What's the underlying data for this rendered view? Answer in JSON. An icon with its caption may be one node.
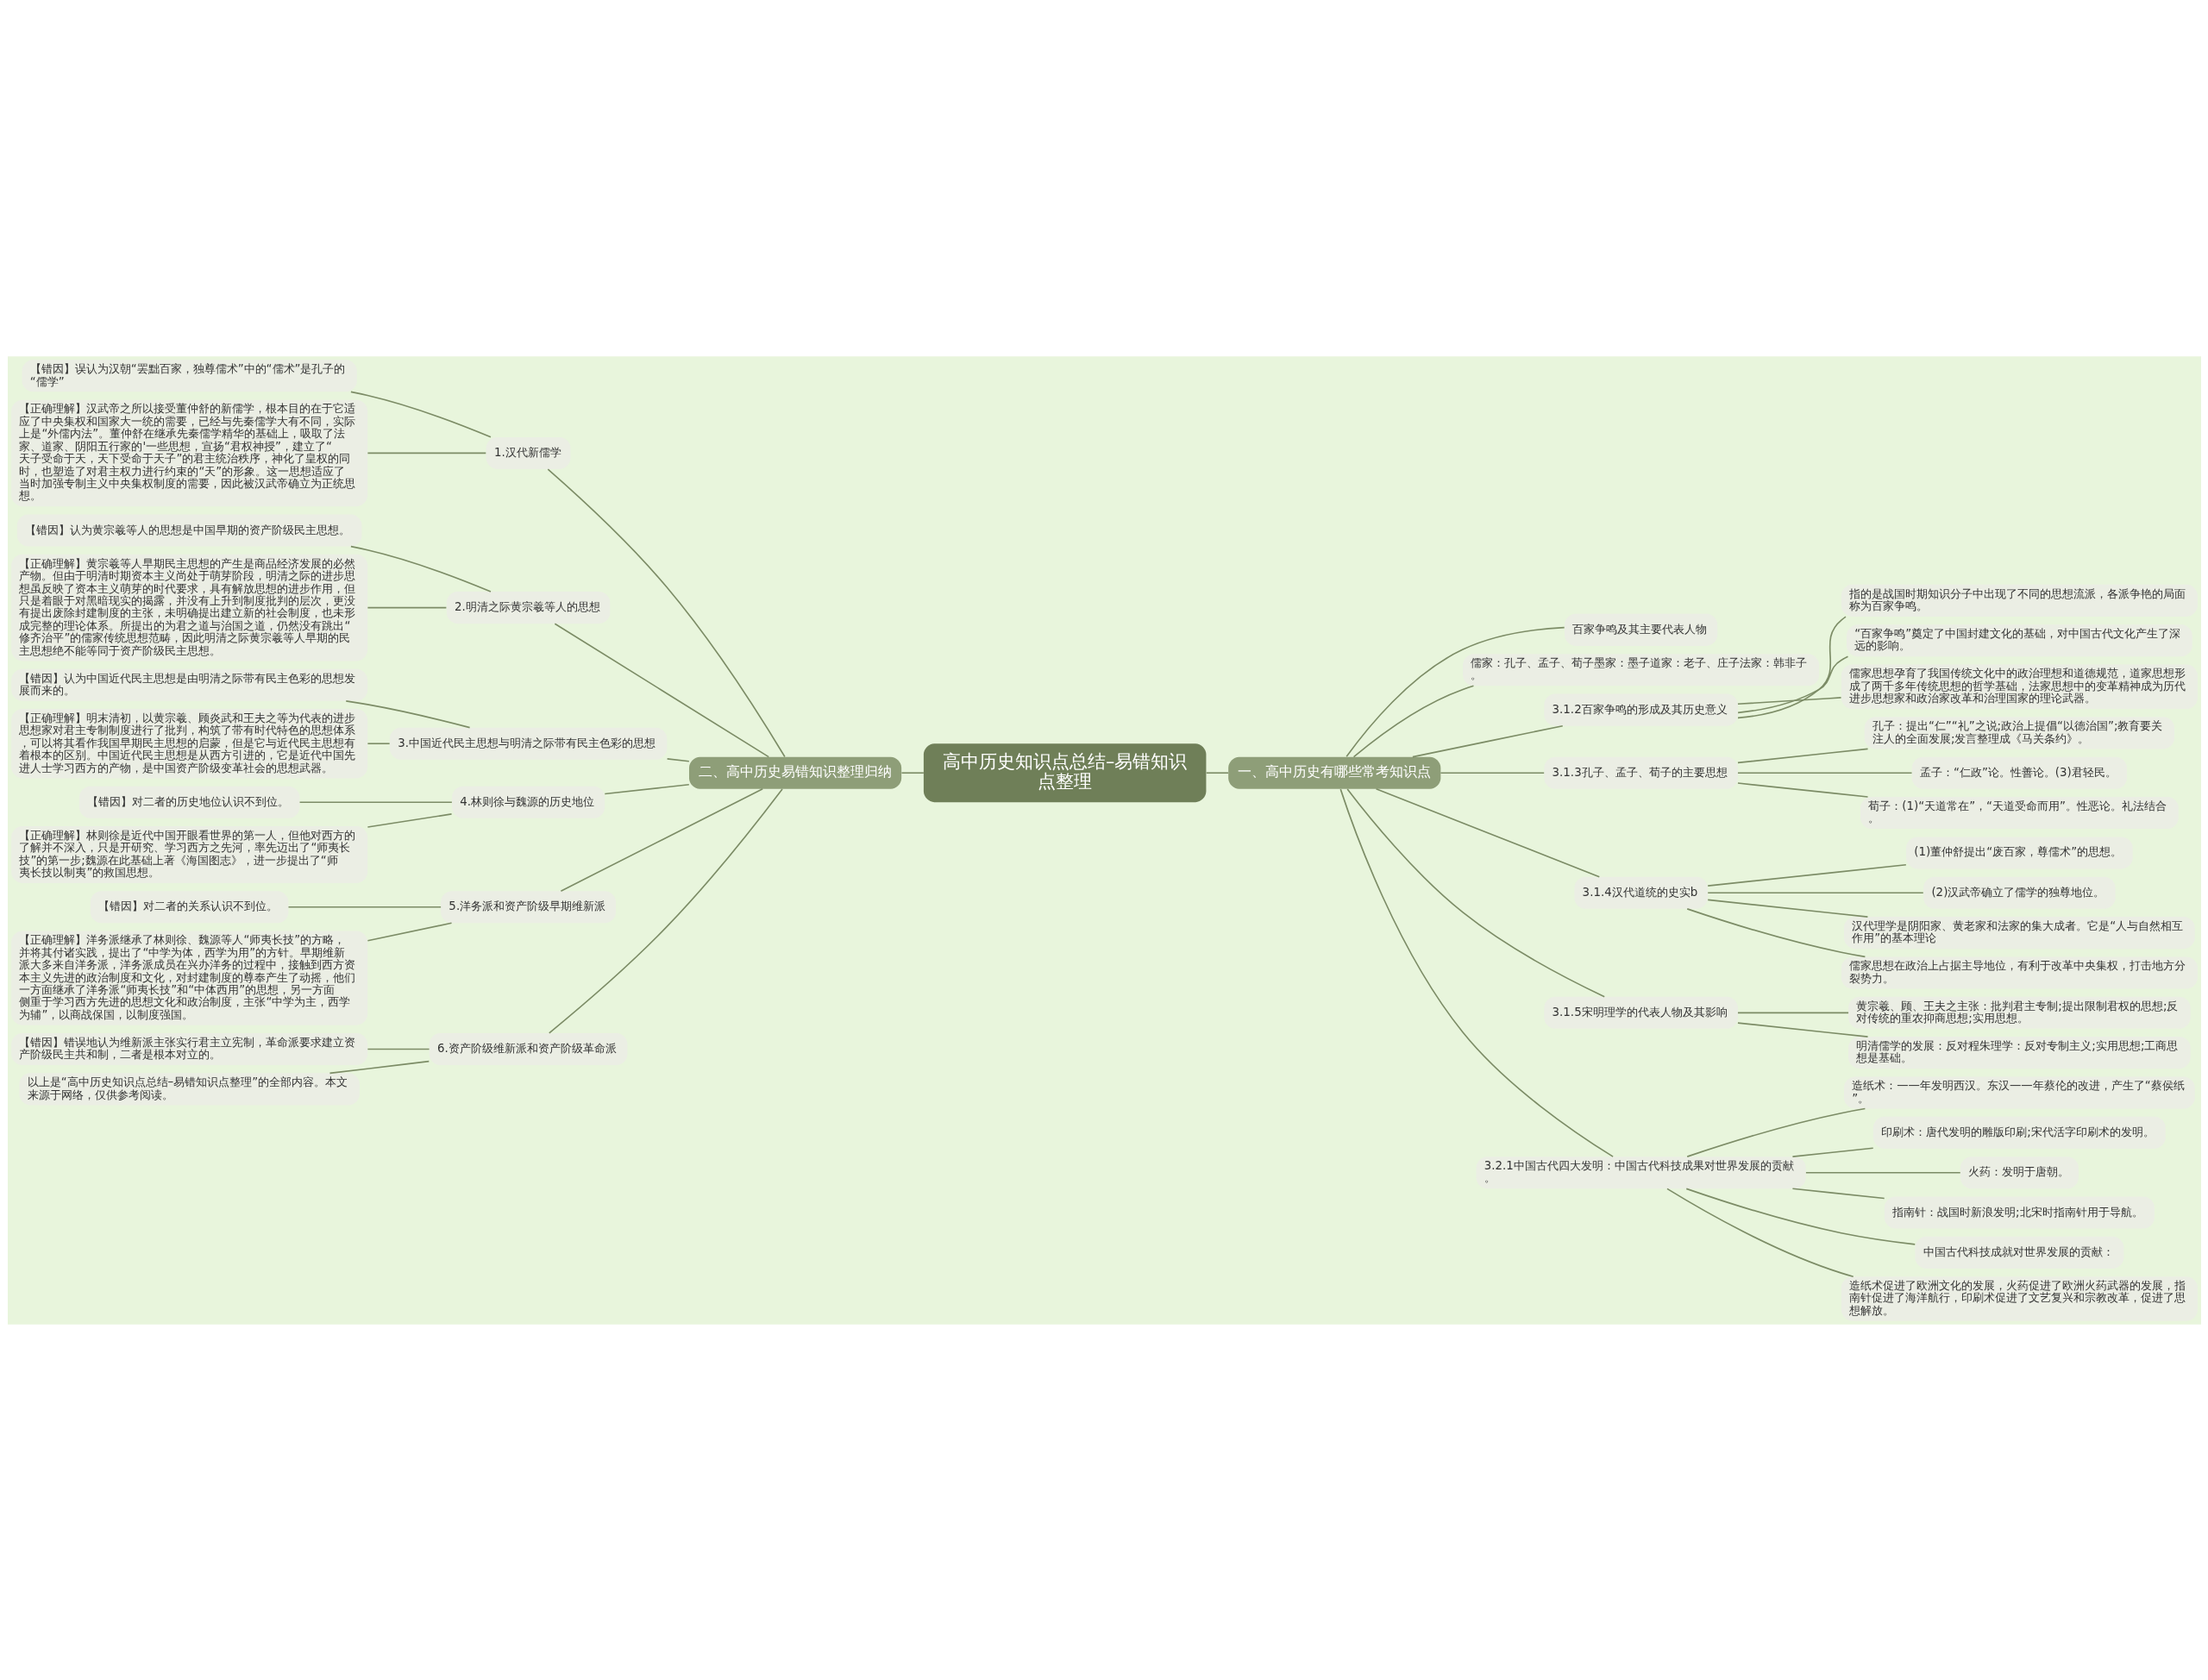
{
  "diagram": {
    "nodes": [
      {
        "text": [
          "高中历史知识点总结–易错知识点整理"
        ]
      },
      {
        "text": [
          "二、高中历史易错知识整理归纳"
        ]
      },
      {
        "text": [
          "一、高中历史有哪些常考知识点"
        ]
      },
      {
        "text": [
          "1.汉代新儒学"
        ]
      },
      {
        "text": [
          "【错因】误认为汉朝“罢黜百家，独尊儒术”中的“儒术”是孔子的“儒学”"
        ]
      },
      {
        "text": [
          "【正确理解】汉武帝之所以接受董仲舒的新儒学，根本目的在于它适应了中央集权和国家大一统的需要，已经与先秦儒学大有不同，实际上是“外儒内法”。董仲舒在继承先秦儒学精华的基础上，吸取了法家、道家、阴阳五行家的'一些思想，宣扬“君权神授”，建立了“天子受命于天，天下受命于天子”的君主统治秩序，神化了皇权的同时，也塑造了对君主权力进行约束的“天”的形象。这一思想适应了当时加强专制主义中央集权制度的需要，因此被汉武帝确立为正统思想。"
        ]
      },
      {
        "text": [
          "2.明清之际黄宗羲等人的思想"
        ]
      },
      {
        "text": [
          "【错因】认为黄宗羲等人的思想是中国早期的资产阶级民主思想。"
        ]
      },
      {
        "text": [
          "【正确理解】黄宗羲等人早期民主思想的产生是商品经济发展的必然产物。但由于明清时期资本主义尚处于萌芽阶段，明清之际的进步思想虽反映了资本主义萌芽的时代要求，具有解放思想的进步作用，但只是着眼于对黑暗现实的揭露，并没有上升到制度批判的层次，更没有提出废除封建制度的主张，未明确提出建立新的社会制度，也未形成完整的理论体系。所提出的为君之道与治国之道，仍然没有跳出“修齐治平”的儒家传统思想范畴，因此明清之际黄宗羲等人早期的民主思想绝不能等同于资产阶级民主思想。"
        ]
      },
      {
        "text": [
          "3.中国近代民主思想与明清之际带有民主色彩的思想"
        ]
      },
      {
        "text": [
          "【错因】认为中国近代民主思想是由明清之际带有民主色彩的思想发展而来的。"
        ]
      },
      {
        "text": [
          "【正确理解】明末清初，以黄宗羲、顾炎武和王夫之等为代表的进步思想家对君主专制制度进行了批判，构筑了带有时代特色的思想体系，可以将其看作我国早期民主思想的启蒙，但是它与近代民主思想有着根本的区别。中国近代民主思想是从西方引进的，它是近代中国先进人士学习西方的产物，是中国资产阶级变革社会的思想武器。"
        ]
      },
      {
        "text": [
          "4.林则徐与魏源的历史地位"
        ]
      },
      {
        "text": [
          "【错因】对二者的历史地位认识不到位。"
        ]
      },
      {
        "text": [
          "【正确理解】林则徐是近代中国开眼看世界的第一人，但他对西方的了解并不深入，只是开研究、学习西方之先河，率先迈出了“师夷长技”的第一步;魏源在此基础上著《海国图志》，进一步提出了“师夷长技以制夷”的救国思想。"
        ]
      },
      {
        "text": [
          "5.洋务派和资产阶级早期维新派"
        ]
      },
      {
        "text": [
          "【错因】对二者的关系认识不到位。"
        ]
      },
      {
        "text": [
          "【正确理解】洋务派继承了林则徐、魏源等人“师夷长技”的方略，并将其付诸实践，提出了“中学为体，西学为用”的方针。早期维新派大多来自洋务派，洋务派成员在兴办洋务的过程中，接触到西方资本主义先进的政治制度和文化，对封建制度的尊奉产生了动摇，他们一方面继承了洋务派“师夷长技”和“中体西用”的思想，另一方面侧重于学习西方先进的思想文化和政治制度，主张“中学为主，西学为辅”，以商战保国，以制度强国。"
        ]
      },
      {
        "text": [
          "6.资产阶级维新派和资产阶级革命派"
        ]
      },
      {
        "text": [
          "【错因】错误地认为维新派主张实行君主立宪制，革命派要求建立资产阶级民主共和制，二者是根本对立的。"
        ]
      },
      {
        "text": [
          "以上是“高中历史知识点总结–易错知识点整理”的全部内容。本文来源于网络，仅供参考阅读。"
        ]
      },
      {
        "text": [
          "百家争鸣及其主要代表人物"
        ]
      },
      {
        "text": [
          "儒家：孔子、孟子、荀子墨家：墨子道家：老子、庄子法家：韩非子。"
        ]
      },
      {
        "text": [
          "3.1.2百家争鸣的形成及其历史意义"
        ]
      },
      {
        "text": [
          "指的是战国时期知识分子中出现了不同的思想流派，各派争艳的局面称为百家争鸣。"
        ]
      },
      {
        "text": [
          "“百家争鸣”奠定了中国封建文化的基础，对中国古代文化产生了深远的影响。"
        ]
      },
      {
        "text": [
          "儒家思想孕育了我国传统文化中的政治理想和道德规范，道家思想形成了两千多年传统思想的哲学基础，法家思想中的变革精神成为历代进步思想家和政治家改革和治理国家的理论武器。"
        ]
      },
      {
        "text": [
          "3.1.3孔子、孟子、荀子的主要思想"
        ]
      },
      {
        "text": [
          "孔子：提出“仁”“礼”之说;政治上提倡“以德治国”;教育要关注人的全面发展;发言整理成《马关条约》。"
        ]
      },
      {
        "text": [
          "孟子：“仁政”论。性善论。(3)君轻民。"
        ]
      },
      {
        "text": [
          "荀子：(1)“天道常在”，“天道受命而用”。性恶论。礼法结合。"
        ]
      },
      {
        "text": [
          "3.1.4汉代道统的史实b"
        ]
      },
      {
        "text": [
          "(1)董仲舒提出“废百家，尊儒术”的思想。"
        ]
      },
      {
        "text": [
          "(2)汉武帝确立了儒学的独尊地位。"
        ]
      },
      {
        "text": [
          "汉代理学是阴阳家、黄老家和法家的集大成者。它是“人与自然相互作用”的基本理论"
        ]
      },
      {
        "text": [
          "儒家思想在政治上占据主导地位，有利于改革中央集权，打击地方分裂势力。"
        ]
      },
      {
        "text": [
          "3.1.5宋明理学的代表人物及其影响"
        ]
      },
      {
        "text": [
          "黄宗羲、顾、王夫之主张：批判君主专制;提出限制君权的思想;反对传统的重农抑商思想;实用思想。"
        ]
      },
      {
        "text": [
          "明清儒学的发展：反对程朱理学：反对专制主义;实用思想;工商思想是基础。"
        ]
      },
      {
        "text": [
          "3.2.1中国古代四大发明：中国古代科技成果对世界发展的贡献。"
        ]
      },
      {
        "text": [
          "造纸术：——年发明西汉。东汉——年蔡伦的改进，产生了“蔡侯纸”。"
        ]
      },
      {
        "text": [
          "印刷术：唐代发明的雕版印刷;宋代活字印刷术的发明。"
        ]
      },
      {
        "text": [
          "火药：发明于唐朝。"
        ]
      },
      {
        "text": [
          "指南针：战国时新浪发明;北宋时指南针用于导航。"
        ]
      },
      {
        "text": [
          "中国古代科技成就对世界发展的贡献："
        ]
      },
      {
        "text": [
          "造纸术促进了欧洲文化的发展，火药促进了欧洲火药武器的发展，指南针促进了海洋航行，印刷术促进了文艺复兴和宗教改革，促进了思想解放。"
        ]
      }
    ],
    "edges": [
      {
        "from": 0,
        "to": 1,
        "arrow": "none"
      },
      {
        "from": 0,
        "to": 2,
        "arrow": "none"
      },
      {
        "from": 1,
        "to": 3,
        "arrow": "none"
      },
      {
        "from": 3,
        "to": 4,
        "arrow": "none"
      },
      {
        "from": 3,
        "to": 5,
        "arrow": "none"
      },
      {
        "from": 1,
        "to": 6,
        "arrow": "none"
      },
      {
        "from": 6,
        "to": 7,
        "arrow": "none"
      },
      {
        "from": 6,
        "to": 8,
        "arrow": "none"
      },
      {
        "from": 1,
        "to": 9,
        "arrow": "none"
      },
      {
        "from": 9,
        "to": 10,
        "arrow": "none"
      },
      {
        "from": 9,
        "to": 11,
        "arrow": "none"
      },
      {
        "from": 1,
        "to": 12,
        "arrow": "none"
      },
      {
        "from": 12,
        "to": 13,
        "arrow": "none"
      },
      {
        "from": 12,
        "to": 14,
        "arrow": "none"
      },
      {
        "from": 1,
        "to": 15,
        "arrow": "none"
      },
      {
        "from": 15,
        "to": 16,
        "arrow": "none"
      },
      {
        "from": 15,
        "to": 17,
        "arrow": "none"
      },
      {
        "from": 1,
        "to": 18,
        "arrow": "none"
      },
      {
        "from": 18,
        "to": 19,
        "arrow": "none"
      },
      {
        "from": 18,
        "to": 20,
        "arrow": "none"
      },
      {
        "from": 2,
        "to": 21,
        "arrow": "none"
      },
      {
        "from": 2,
        "to": 22,
        "arrow": "none"
      },
      {
        "from": 2,
        "to": 23,
        "arrow": "none"
      },
      {
        "from": 23,
        "to": 24,
        "arrow": "none"
      },
      {
        "from": 23,
        "to": 25,
        "arrow": "none"
      },
      {
        "from": 23,
        "to": 26,
        "arrow": "none"
      },
      {
        "from": 2,
        "to": 27,
        "arrow": "none"
      },
      {
        "from": 27,
        "to": 28,
        "arrow": "none"
      },
      {
        "from": 27,
        "to": 29,
        "arrow": "none"
      },
      {
        "from": 27,
        "to": 30,
        "arrow": "none"
      },
      {
        "from": 2,
        "to": 31,
        "arrow": "none"
      },
      {
        "from": 31,
        "to": 32,
        "arrow": "none"
      },
      {
        "from": 31,
        "to": 33,
        "arrow": "none"
      },
      {
        "from": 31,
        "to": 34,
        "arrow": "none"
      },
      {
        "from": 31,
        "to": 35,
        "arrow": "none"
      },
      {
        "from": 2,
        "to": 36,
        "arrow": "none"
      },
      {
        "from": 36,
        "to": 37,
        "arrow": "none"
      },
      {
        "from": 36,
        "to": 38,
        "arrow": "none"
      },
      {
        "from": 2,
        "to": 39,
        "arrow": "none"
      },
      {
        "from": 39,
        "to": 40,
        "arrow": "none"
      },
      {
        "from": 39,
        "to": 41,
        "arrow": "none"
      },
      {
        "from": 39,
        "to": 42,
        "arrow": "none"
      },
      {
        "from": 39,
        "to": 43,
        "arrow": "none"
      },
      {
        "from": 39,
        "to": 44,
        "arrow": "none"
      },
      {
        "from": 39,
        "to": 45,
        "arrow": "none"
      }
    ]
  }
}
